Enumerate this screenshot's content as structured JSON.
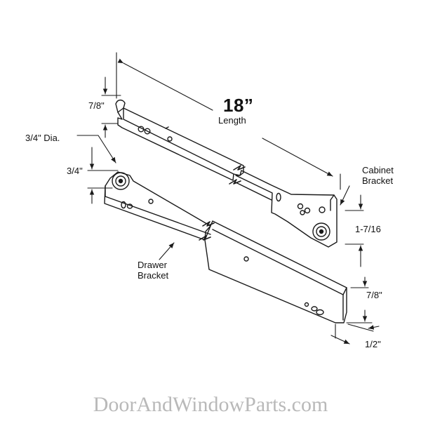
{
  "labels": {
    "length_value": "18”",
    "length_text": "Length",
    "top_height": "7/8\"",
    "wheel_dia": "3/4\" Dia.",
    "wheel_height": "3/4\"",
    "cabinet_line1": "Cabinet",
    "cabinet_line2": "Bracket",
    "cabinet_drop": "1-7/16",
    "drawer_line1": "Drawer",
    "drawer_line2": "Bracket",
    "bottom_height": "7/8\"",
    "bottom_width": "1/2\""
  },
  "watermark": "DoorAndWindowParts.com",
  "colors": {
    "line": "#1a1a1a",
    "watermark": "#b9b9b9"
  }
}
